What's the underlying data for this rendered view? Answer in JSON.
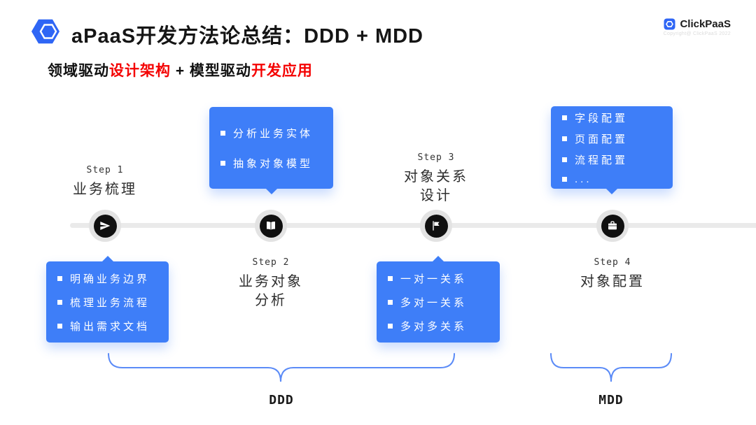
{
  "header": {
    "title": "aPaaS开发方法论总结：DDD + MDD",
    "brand": "ClickPaaS",
    "copyright": "Copyright@ ClickPaaS 2022"
  },
  "subtitle": {
    "black1": "领域驱动",
    "red1": "设计架构",
    "black2": " + 模型驱动",
    "red2": "开发应用"
  },
  "steps": [
    {
      "label": "Step 1",
      "title_line1": "业务梳理",
      "icon": "paper-plane-icon",
      "bullets": [
        "明确业务边界",
        "梳理业务流程",
        "输出需求文档"
      ]
    },
    {
      "label": "Step 2",
      "title_line1": "业务对象",
      "title_line2": "分析",
      "icon": "book-icon",
      "bullets": [
        "分析业务实体",
        "抽象对象模型"
      ]
    },
    {
      "label": "Step 3",
      "title_line1": "对象关系",
      "title_line2": "设计",
      "icon": "flag-icon",
      "bullets": [
        "一对一关系",
        "多对一关系",
        "多对多关系"
      ]
    },
    {
      "label": "Step 4",
      "title_line1": "对象配置",
      "icon": "briefcase-icon",
      "bullets": [
        "字段配置",
        "页面配置",
        "流程配置",
        "..."
      ]
    }
  ],
  "braces": [
    {
      "label": "DDD"
    },
    {
      "label": "MDD"
    }
  ],
  "colors": {
    "accent_blue": "#3E7EF8",
    "brace_blue": "#5B8BF7",
    "red": "#F40000",
    "node_black": "#101010",
    "ring_gray": "#E3E3E3",
    "line_gray": "#EAEAEA",
    "logo_blue": "#2F66F5"
  }
}
